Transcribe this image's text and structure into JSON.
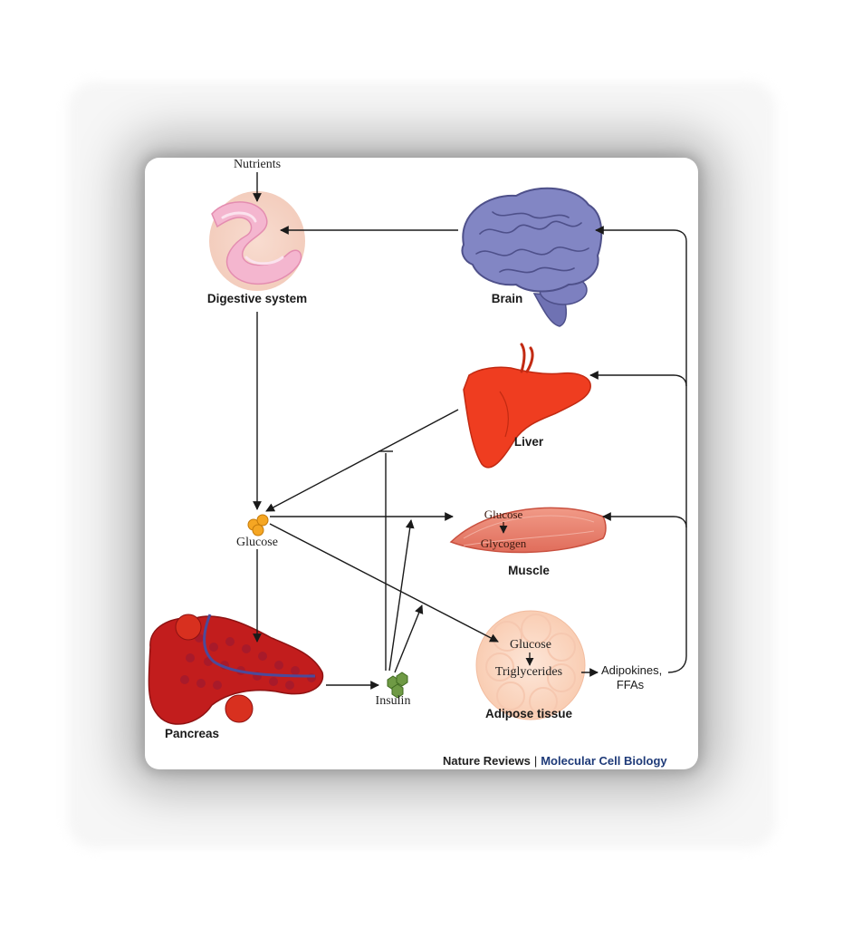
{
  "labels": {
    "nutrients": "Nutrients",
    "digestive_system": "Digestive system",
    "brain": "Brain",
    "liver": "Liver",
    "glucose": "Glucose",
    "muscle": "Muscle",
    "muscle_glucose": "Glucose",
    "muscle_glycogen": "Glycogen",
    "pancreas": "Pancreas",
    "insulin": "Insulin",
    "adipose_tissue": "Adipose tissue",
    "adipose_glucose": "Glucose",
    "adipose_triglycerides": "Triglycerides",
    "adipokines": "Adipokines,",
    "ffas": "FFAs"
  },
  "credit": {
    "publisher": "Nature Reviews",
    "separator": "|",
    "journal": "Molecular Cell Biology"
  },
  "colors": {
    "brain": "#7b7fbf",
    "liver": "#ee3b1f",
    "muscle": "#e8806e",
    "pancreas": "#c71f1f",
    "digestive": "#f2a8c8",
    "adipose": "#fbd7c2",
    "glucose": "#f5a623",
    "insulin": "#6f9a45",
    "journal": "#1e3a78"
  },
  "icons": {
    "digestive": "digestive-system-icon",
    "brain": "brain-icon",
    "liver": "liver-icon",
    "muscle": "muscle-icon",
    "pancreas": "pancreas-icon",
    "adipose": "adipose-tissue-icon",
    "glucose": "glucose-molecule-icon",
    "insulin": "insulin-molecule-icon"
  }
}
